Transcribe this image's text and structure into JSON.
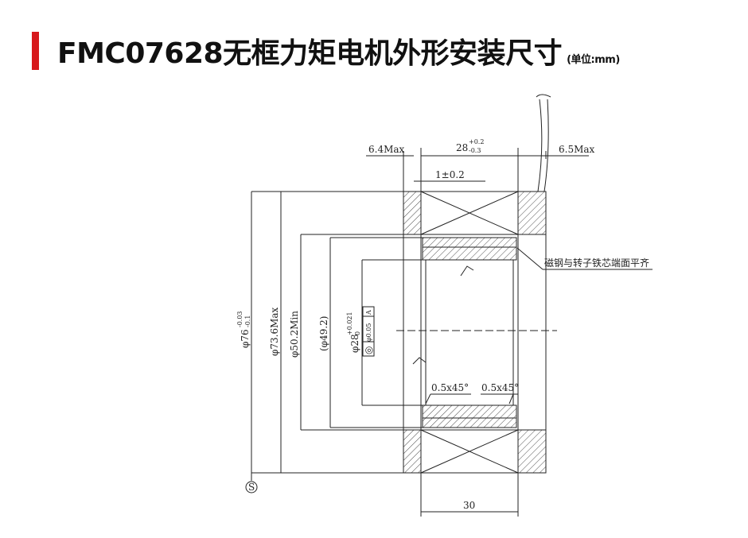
{
  "header": {
    "title": "FMC07628无框力矩电机外形安装尺寸",
    "unit": "(单位:mm)"
  },
  "drawing": {
    "dims": {
      "left_max": "6.4Max",
      "top_width": "28",
      "top_tol_plus": "+0.2",
      "top_tol_minus": "-0.3",
      "right_max": "6.5Max",
      "offset": "1±0.2",
      "bottom_width": "30",
      "d76": "φ76",
      "d76_tol_plus": "-0.03",
      "d76_tol_minus": "-0.1",
      "d73": "φ73.6Max",
      "d50": "φ50.2Min",
      "d49": "(φ49.2)",
      "d28": "φ28",
      "d28_tol_plus": "+0.021",
      "d28_tol_minus": "0",
      "tol_frame_symbol": "◎",
      "tol_frame_value": "φ0.05",
      "tol_frame_datum": "A",
      "chamfer_left": "0.5x45°",
      "chamfer_right": "0.5x45°",
      "datum_symbol": "S"
    },
    "note": "磁钢与转子铁芯端面平齐"
  }
}
